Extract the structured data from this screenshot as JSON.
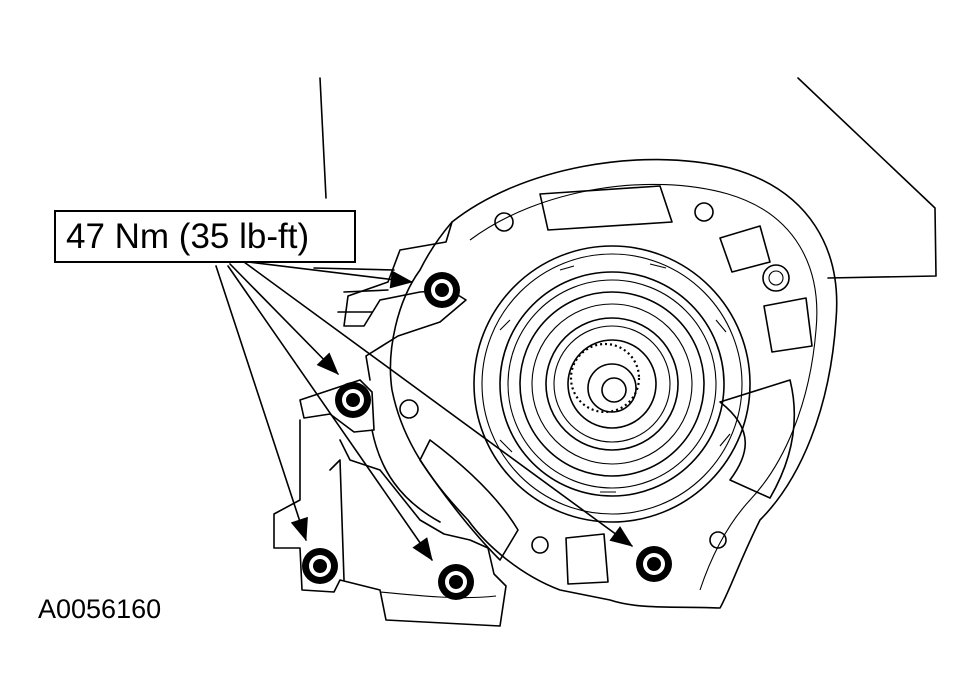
{
  "torque_callout": {
    "text": "47 Nm (35 lb-ft)"
  },
  "figure_id": "A0056160",
  "bolts": [
    {
      "id": "bolt-1"
    },
    {
      "id": "bolt-2"
    },
    {
      "id": "bolt-3"
    },
    {
      "id": "bolt-4"
    },
    {
      "id": "bolt-5"
    }
  ],
  "colors": {
    "ink": "#000000",
    "paper": "#ffffff"
  }
}
